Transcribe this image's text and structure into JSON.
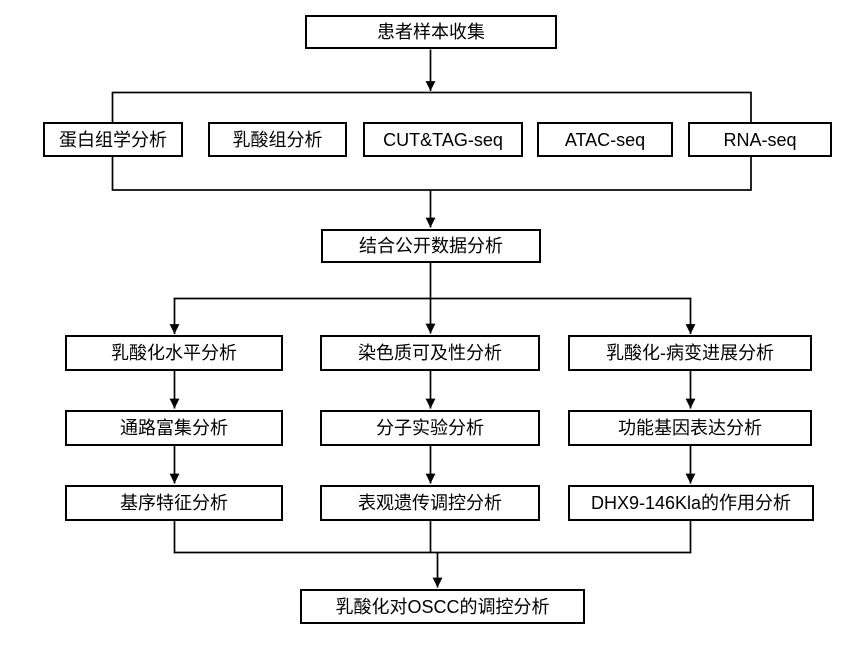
{
  "diagram": {
    "type": "flowchart",
    "background_color": "#ffffff",
    "line_color": "#000000",
    "box_fill_color": "#ffffff",
    "box_border_color": "#000000",
    "text_color": "#000000",
    "nodes": {
      "patient_sample": {
        "label": "患者样本收集"
      },
      "proteomics": {
        "label": "蛋白组学分析"
      },
      "lactylome": {
        "label": "乳酸组分析"
      },
      "cut_tag_seq": {
        "label": "CUT&TAG-seq"
      },
      "atac_seq": {
        "label": "ATAC-seq"
      },
      "rna_seq": {
        "label": "RNA-seq"
      },
      "public_data": {
        "label": "结合公开数据分析"
      },
      "lactylation_level": {
        "label": "乳酸化水平分析"
      },
      "chromatin_accessibility": {
        "label": "染色质可及性分析"
      },
      "lactylation_progression": {
        "label": "乳酸化-病变进展分析"
      },
      "pathway_enrichment": {
        "label": "通路富集分析"
      },
      "molecular_experiment": {
        "label": "分子实验分析"
      },
      "functional_gene_expression": {
        "label": "功能基因表达分析"
      },
      "motif_feature": {
        "label": "基序特征分析"
      },
      "epigenetic_regulation": {
        "label": "表观遗传调控分析"
      },
      "dhx9_146kla": {
        "label": "DHX9-146Kla的作用分析"
      },
      "oscc_regulation": {
        "label": "乳酸化对OSCC的调控分析"
      }
    }
  }
}
